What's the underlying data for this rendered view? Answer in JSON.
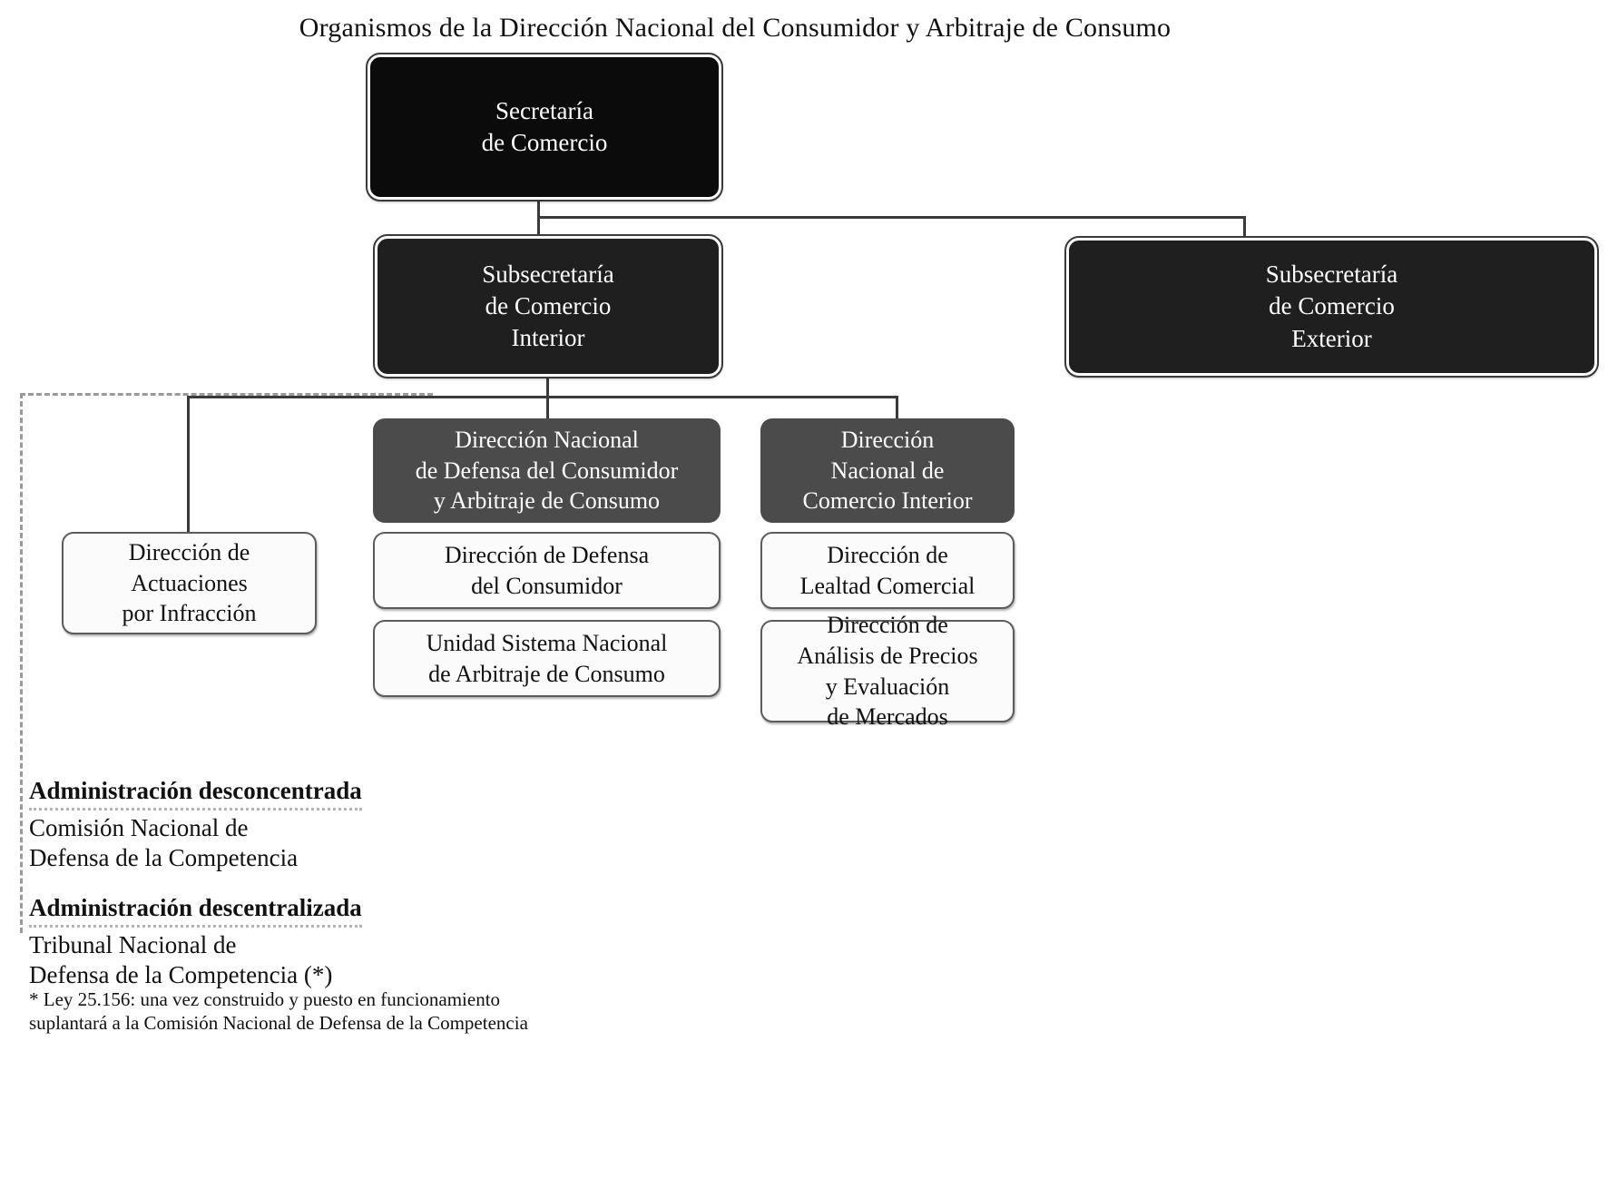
{
  "title": "Organismos de la Dirección Nacional del Consumidor y Arbitraje de Consumo",
  "colors": {
    "level1_box": "#0b0b0b",
    "level2_box": "#1f1f1f",
    "level3_box": "#4b4b4b",
    "leaf_box": "#fbfbfb",
    "connector": "#3a3a3a",
    "dashed_region": "#9a9a9a",
    "page_background": "#ffffff",
    "dark_box_text": "#ffffff",
    "light_box_text": "#111111"
  },
  "nodes": {
    "secretaria_comercio": {
      "lines": [
        "Secretaría",
        "de Comercio"
      ],
      "style": "black"
    },
    "subsecretaria_interior": {
      "lines": [
        "Subsecretaría",
        "de Comercio",
        "Interior"
      ],
      "style": "black2"
    },
    "subsecretaria_exterior": {
      "lines": [
        "Subsecretaría",
        "de Comercio",
        "Exterior"
      ],
      "style": "black2"
    },
    "dn_defensa_consumidor": {
      "lines": [
        "Dirección Nacional",
        "de Defensa del Consumidor",
        "y Arbitraje de Consumo"
      ],
      "style": "grey"
    },
    "dn_comercio_interior": {
      "lines": [
        "Dirección",
        "Nacional de",
        "Comercio Interior"
      ],
      "style": "grey"
    },
    "dir_actuaciones_infraccion": {
      "lines": [
        "Dirección de",
        "Actuaciones",
        "por Infracción"
      ],
      "style": "white"
    },
    "dir_defensa_consumidor": {
      "lines": [
        "Dirección de Defensa",
        "del Consumidor"
      ],
      "style": "white"
    },
    "unidad_sistema_arbitraje": {
      "lines": [
        "Unidad Sistema Nacional",
        "de Arbitraje de Consumo"
      ],
      "style": "white"
    },
    "dir_lealtad_comercial": {
      "lines": [
        "Dirección de",
        "Lealtad Comercial"
      ],
      "style": "white"
    },
    "dir_analisis_precios": {
      "lines": [
        "Dirección de",
        "Análisis de Precios",
        "y Evaluación",
        "de Mercados"
      ],
      "style": "white"
    }
  },
  "legend": {
    "desconcentrada": {
      "heading": "Administración desconcentrada",
      "body": [
        "Comisión Nacional de",
        "Defensa de la Competencia"
      ]
    },
    "descentralizada": {
      "heading": "Administración descentralizada",
      "body": [
        "Tribunal Nacional de",
        "Defensa de la Competencia (*)"
      ]
    }
  },
  "footnote": [
    "* Ley 25.156: una vez construido y puesto en funcionamiento",
    "suplantará a la Comisión Nacional de Defensa de la Competencia"
  ]
}
